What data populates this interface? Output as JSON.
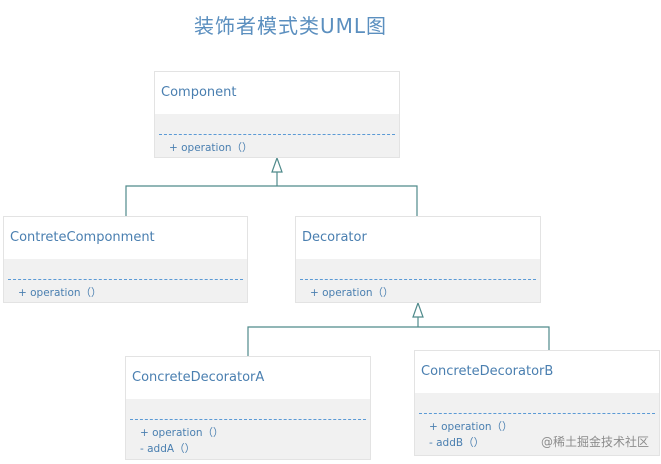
{
  "title": "装饰者模式类UML图",
  "classes": {
    "component": {
      "name": "Component",
      "operations": [
        "+ operation（）"
      ]
    },
    "concrete_component": {
      "name": "ContreteComponment",
      "operations": [
        "+ operation（）"
      ]
    },
    "decorator": {
      "name": "Decorator",
      "operations": [
        "+ operation（）"
      ]
    },
    "concrete_decorator_a": {
      "name": "ConcreteDecoratorA",
      "operations": [
        "+ operation（）",
        "- addA（）"
      ]
    },
    "concrete_decorator_b": {
      "name": "ConcreteDecoratorB",
      "operations": [
        "+ operation（）",
        "- addB（）"
      ]
    }
  },
  "watermark": "@稀土掘金技术社区",
  "colors": {
    "title": "#5b8fbf",
    "class_text": "#4a7fb0",
    "connector": "#4f8a8b",
    "separator": "#5b9ad5"
  }
}
